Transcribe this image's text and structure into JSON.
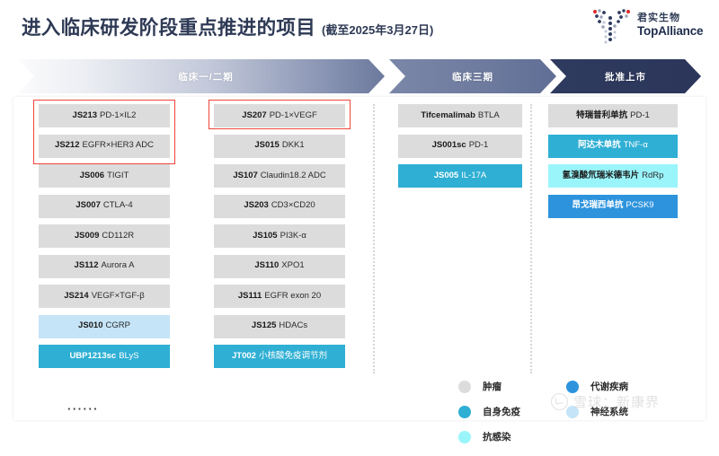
{
  "header": {
    "title": "进入临床研发阶段重点推进的项目",
    "date_note": "(截至2025年3月27日)",
    "logo": {
      "icon_name": "topalliance-antibody-logo",
      "company_cn": "君实生物",
      "company_en": "TopAlliance"
    }
  },
  "phases": [
    {
      "label": "临床一/二期",
      "color": "#6c799d"
    },
    {
      "label": "临床三期",
      "color": "#606e95"
    },
    {
      "label": "批准上市",
      "color": "#2b365a"
    }
  ],
  "columns": [
    {
      "phase": "临床一/二期",
      "items": [
        {
          "code": "JS213",
          "target": "PD-1×IL2",
          "category": "tumor"
        },
        {
          "code": "JS212",
          "target": "EGFR×HER3 ADC",
          "category": "tumor"
        },
        {
          "code": "JS006",
          "target": "TIGIT",
          "category": "tumor"
        },
        {
          "code": "JS007",
          "target": "CTLA-4",
          "category": "tumor"
        },
        {
          "code": "JS009",
          "target": "CD112R",
          "category": "tumor"
        },
        {
          "code": "JS112",
          "target": "Aurora A",
          "category": "tumor"
        },
        {
          "code": "JS214",
          "target": "VEGF×TGF-β",
          "category": "tumor"
        },
        {
          "code": "JS010",
          "target": "CGRP",
          "category": "neuro"
        },
        {
          "code": "UBP1213sc",
          "target": "BLyS",
          "category": "auto"
        }
      ],
      "more_indicator": "······"
    },
    {
      "phase": "临床一/二期",
      "items": [
        {
          "code": "JS207",
          "target": "PD-1×VEGF",
          "category": "tumor"
        },
        {
          "code": "JS015",
          "target": "DKK1",
          "category": "tumor"
        },
        {
          "code": "JS107",
          "target": "Claudin18.2 ADC",
          "category": "tumor"
        },
        {
          "code": "JS203",
          "target": "CD3×CD20",
          "category": "tumor"
        },
        {
          "code": "JS105",
          "target": "PI3K-α",
          "category": "tumor"
        },
        {
          "code": "JS110",
          "target": "XPO1",
          "category": "tumor"
        },
        {
          "code": "JS111",
          "target": "EGFR exon 20",
          "category": "tumor"
        },
        {
          "code": "JS125",
          "target": "HDACs",
          "category": "tumor"
        },
        {
          "code": "JT002",
          "target": "小核酸免疫调节剂",
          "category": "auto"
        }
      ]
    },
    {
      "phase": "临床三期",
      "items": [
        {
          "code": "Tifcemalimab",
          "target": "BTLA",
          "category": "tumor"
        },
        {
          "code": "JS001sc",
          "target": "PD-1",
          "category": "tumor"
        },
        {
          "code": "JS005",
          "target": "IL-17A",
          "category": "auto"
        }
      ]
    },
    {
      "phase": "批准上市",
      "items": [
        {
          "code": "特瑞普利单抗",
          "target": "PD-1",
          "category": "tumor"
        },
        {
          "code": "阿达木单抗",
          "target": "TNF-α",
          "category": "auto"
        },
        {
          "code": "氢溴酸氘瑞米德韦片",
          "target": "RdRp",
          "category": "infect"
        },
        {
          "code": "昂戈瑞西单抗",
          "target": "PCSK9",
          "category": "metab"
        }
      ]
    }
  ],
  "legend": [
    {
      "label": "肿瘤",
      "color": "#dcdcdc",
      "category": "tumor"
    },
    {
      "label": "自身免疫",
      "color": "#2fafd4",
      "category": "auto"
    },
    {
      "label": "抗感染",
      "color": "#9af5fb",
      "category": "infect"
    },
    {
      "label": "代谢疾病",
      "color": "#2d93dd",
      "category": "metab"
    },
    {
      "label": "神经系统",
      "color": "#c5e4f7",
      "category": "neuro"
    }
  ],
  "highlights": [
    {
      "covers": [
        "JS213",
        "JS212"
      ],
      "color": "#f0453a"
    },
    {
      "covers": [
        "JS207"
      ],
      "color": "#f0453a"
    }
  ],
  "watermark": {
    "icon_name": "xueqiu-logo-icon",
    "text": "雪球：新康界"
  }
}
